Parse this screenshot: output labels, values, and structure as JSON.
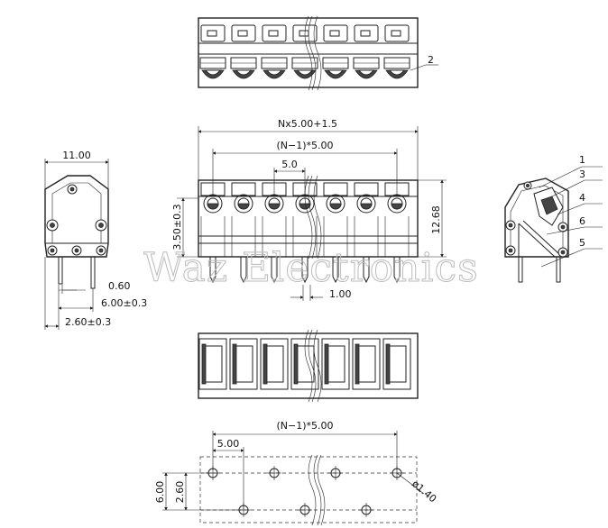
{
  "watermark": "Waz Electronics",
  "dimensions": {
    "overall_width": "Nx5.00+1.5",
    "pitch_span_top": "(N−1)*5.00",
    "pitch": "5.0",
    "height": "12.68",
    "pin_height": "3.50±0.3",
    "pin_width": "1.00",
    "side_width": "11.00",
    "pin_thickness": "0.60",
    "pin_spacing": "6.00±0.3",
    "pin_offset": "2.60±0.3",
    "pcb_pitch_span": "(N−1)*5.00",
    "pcb_pitch": "5.00",
    "pcb_row_height": "6.00",
    "pcb_row_offset": "2.60",
    "hole_diameter": "ø1.40"
  },
  "callouts": {
    "top_view": [
      "2"
    ],
    "side_view": [
      "1",
      "3",
      "4",
      "6",
      "5"
    ]
  }
}
